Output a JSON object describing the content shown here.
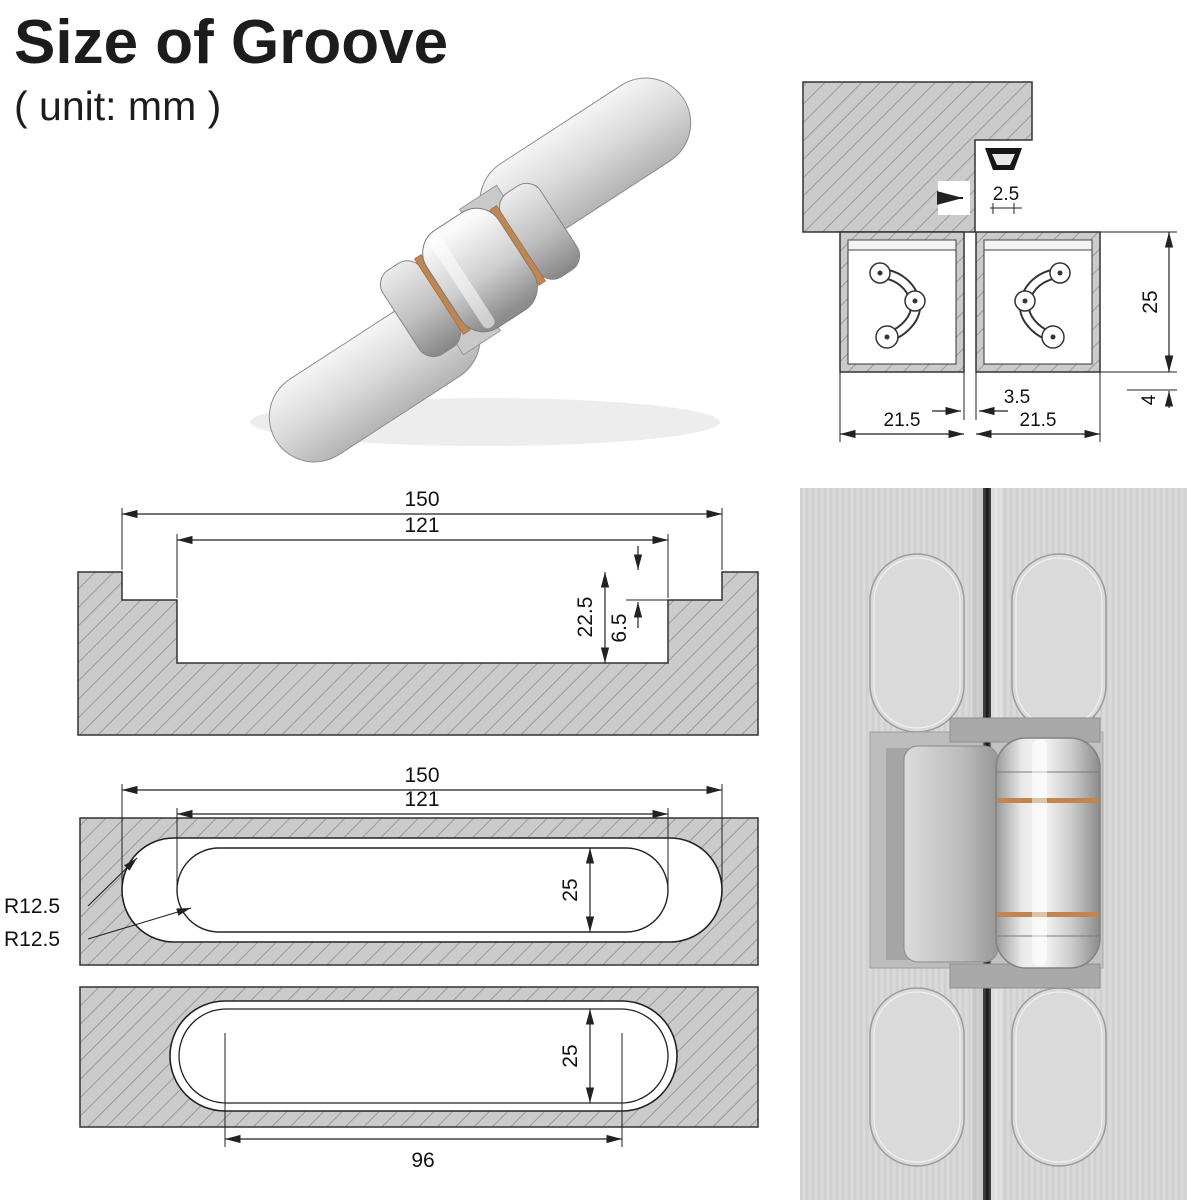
{
  "title": "Size of Groove",
  "subtitle": "( unit: mm )",
  "colors": {
    "hatch_fill": "#cbcbcb",
    "hatch_line": "#999999",
    "drawing_line": "#222222",
    "copper_accent": "#c08550",
    "metal_light": "#f2f2f2",
    "metal_mid": "#c9c9c9",
    "metal_dark": "#8f8f8f",
    "panel_gap": "#2a2a2a"
  },
  "cross_section": {
    "slot_width": "2.5",
    "depth": "25",
    "gap": "3.5",
    "left_pocket": "21.5",
    "right_pocket": "21.5",
    "bottom_offset": "4"
  },
  "side_profile": {
    "outer_width": "150",
    "inner_width": "121",
    "total_depth": "22.5",
    "step_depth": "6.5"
  },
  "face_groove": {
    "outer_width": "150",
    "inner_width": "121",
    "height": "25",
    "radius_outer": "R12.5",
    "radius_inner": "R12.5"
  },
  "end_groove": {
    "height": "25",
    "straight_length": "96"
  }
}
